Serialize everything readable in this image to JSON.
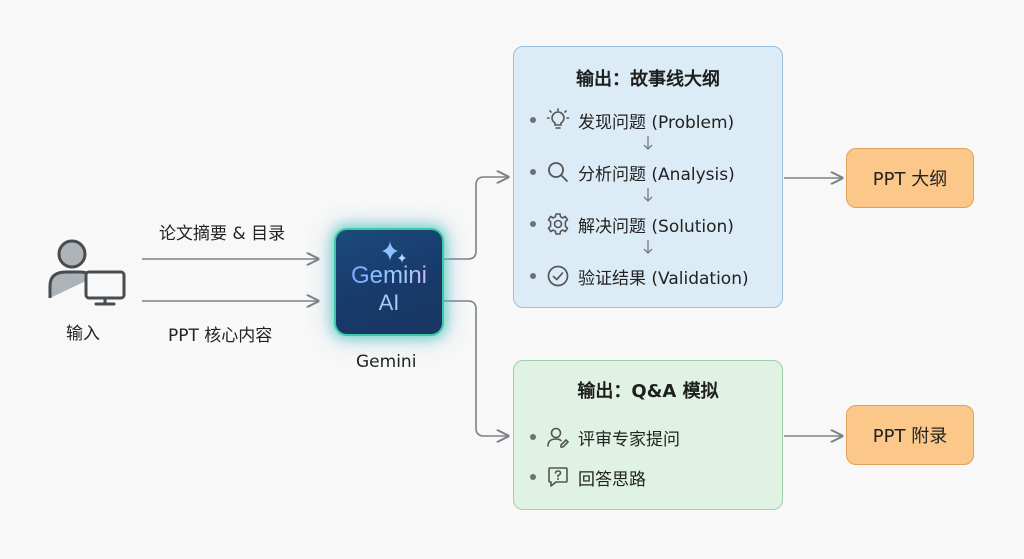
{
  "input": {
    "label": "输入"
  },
  "edges": {
    "abstract": "论文摘要 & 目录",
    "ppt_core": "PPT 核心内容"
  },
  "gemini": {
    "word": "Gemini",
    "ai": "AI",
    "caption": "Gemini"
  },
  "outline_panel": {
    "title": "输出：故事线大纲",
    "items": [
      {
        "icon": "lightbulb-icon",
        "text": "发现问题 (Problem)"
      },
      {
        "icon": "search-icon",
        "text": "分析问题 (Analysis)"
      },
      {
        "icon": "gear-icon",
        "text": "解决问题 (Solution)"
      },
      {
        "icon": "check-circle-icon",
        "text": "验证结果 (Validation)"
      }
    ]
  },
  "qa_panel": {
    "title": "输出：Q&A 模拟",
    "items": [
      {
        "icon": "reviewer-icon",
        "text": "评审专家提问"
      },
      {
        "icon": "question-bubble-icon",
        "text": "回答思路"
      }
    ]
  },
  "outputs": {
    "outline": "PPT 大纲",
    "appendix": "PPT 附录"
  },
  "colors": {
    "outline_panel_fill": "#dcecf6",
    "qa_panel_fill": "#dff2e3",
    "output_box_fill": "#fcc88a",
    "gemini_glow": "#3ec7a8",
    "connector": "#7c8288"
  }
}
